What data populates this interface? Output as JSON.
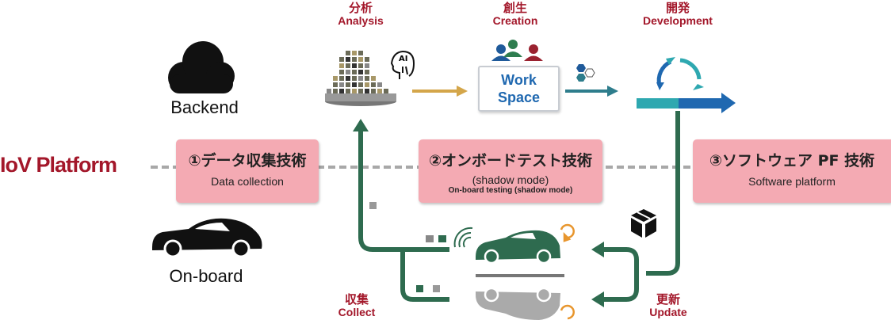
{
  "backend_label": "Backend",
  "onboard_label": "On-board",
  "platform_label": "IoV Platform",
  "stages": {
    "analysis": {
      "jp": "分析",
      "en": "Analysis"
    },
    "creation": {
      "jp": "創生",
      "en": "Creation"
    },
    "development": {
      "jp": "開発",
      "en": "Development"
    },
    "collect": {
      "jp": "収集",
      "en": "Collect"
    },
    "update": {
      "jp": "更新",
      "en": "Update"
    }
  },
  "ai_label": "AI",
  "workspace": {
    "line1": "Work",
    "line2": "Space"
  },
  "technologies": [
    {
      "title": "①データ収集技術",
      "subtitle": "Data collection"
    },
    {
      "title": "②オンボードテスト技術",
      "subtitle": "(shadow mode)",
      "note": "On-board testing (shadow mode)"
    },
    {
      "title": "③ソフトウェア PF 技術",
      "subtitle": "Software platform"
    }
  ],
  "colors": {
    "accent_red": "#a3172a",
    "pink": "#f4aab3",
    "green": "#2e6b4f",
    "gold": "#d4a64a",
    "teal": "#2e8a96",
    "blue": "#1f68b0",
    "orange": "#e8962e"
  }
}
